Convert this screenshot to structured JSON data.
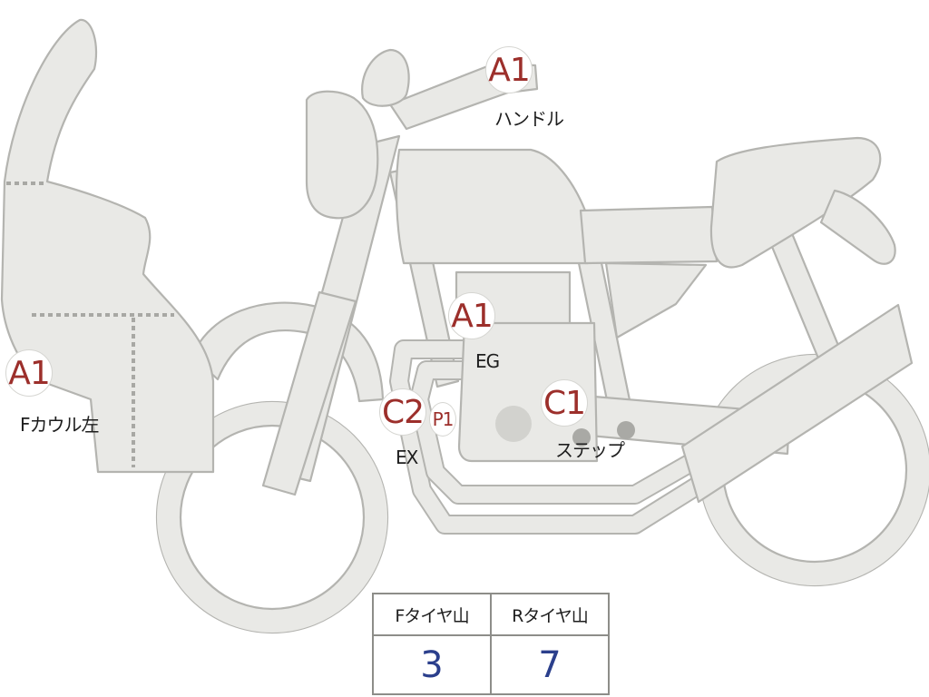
{
  "parts": [
    {
      "code": "A1",
      "label": "ハンドル"
    },
    {
      "code": "A1",
      "label": "Fカウル左"
    },
    {
      "code": "A1",
      "label": "EG"
    },
    {
      "code": "C2",
      "label": "EX"
    },
    {
      "code": "P1",
      "label": ""
    },
    {
      "code": "C1",
      "label": "ステップ"
    }
  ],
  "tires": {
    "front": {
      "header": "Fタイヤ山",
      "value": "3"
    },
    "rear": {
      "header": "Rタイヤ山",
      "value": "7"
    }
  },
  "colors": {
    "code": "#9c2f2b",
    "tire_value": "#2b3f8c",
    "body_fill": "#e9e9e6",
    "body_stroke": "#b4b4b0"
  }
}
